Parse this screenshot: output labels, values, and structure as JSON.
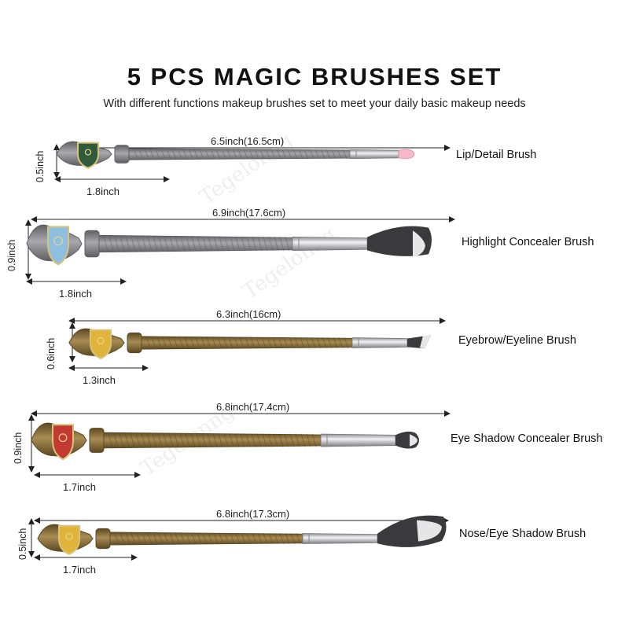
{
  "title": "5 PCS MAGIC BRUSHES SET",
  "subtitle": "With different functions makeup brushes set to meet your daily basic makeup needs",
  "watermark": "Tegelonng",
  "colors": {
    "silver": "#a9a9ad",
    "silver_dark": "#5f5f63",
    "bronze": "#a88c52",
    "bronze_dark": "#5c4824",
    "ferrule": "#cfd0d3",
    "bristle_dark": "#3a3a3d",
    "bristle_light": "#e6e6e6",
    "lip_tip": "#f6b9c8",
    "crest_green": "#2f5b3a",
    "crest_blue": "#8fbfe0",
    "crest_yellow": "#e0b43a",
    "crest_red": "#c23a32"
  },
  "brushes": [
    {
      "name": "Lip/Detail Brush",
      "total_length": "6.5inch(16.5cm)",
      "handle_width": "1.8inch",
      "height": "0.5inch",
      "metal": "silver",
      "crest": "crest_green",
      "head": "lip"
    },
    {
      "name": "Highlight Concealer Brush",
      "total_length": "6.9inch(17.6cm)",
      "handle_width": "1.8inch",
      "height": "0.9inch",
      "metal": "silver",
      "crest": "crest_blue",
      "head": "round"
    },
    {
      "name": "Eyebrow/Eyeline Brush",
      "total_length": "6.3inch(16cm)",
      "handle_width": "1.3inch",
      "height": "0.6inch",
      "metal": "bronze",
      "crest": "crest_yellow",
      "head": "angled"
    },
    {
      "name": "Eye Shadow Concealer Brush",
      "total_length": "6.8inch(17.4cm)",
      "handle_width": "1.7inch",
      "height": "0.9inch",
      "metal": "bronze",
      "crest": "crest_red",
      "head": "tapered"
    },
    {
      "name": "Nose/Eye Shadow Brush",
      "total_length": "6.8inch(17.3cm)",
      "handle_width": "1.7inch",
      "height": "0.5inch",
      "metal": "bronze",
      "crest": "crest_yellow",
      "head": "fan"
    }
  ]
}
